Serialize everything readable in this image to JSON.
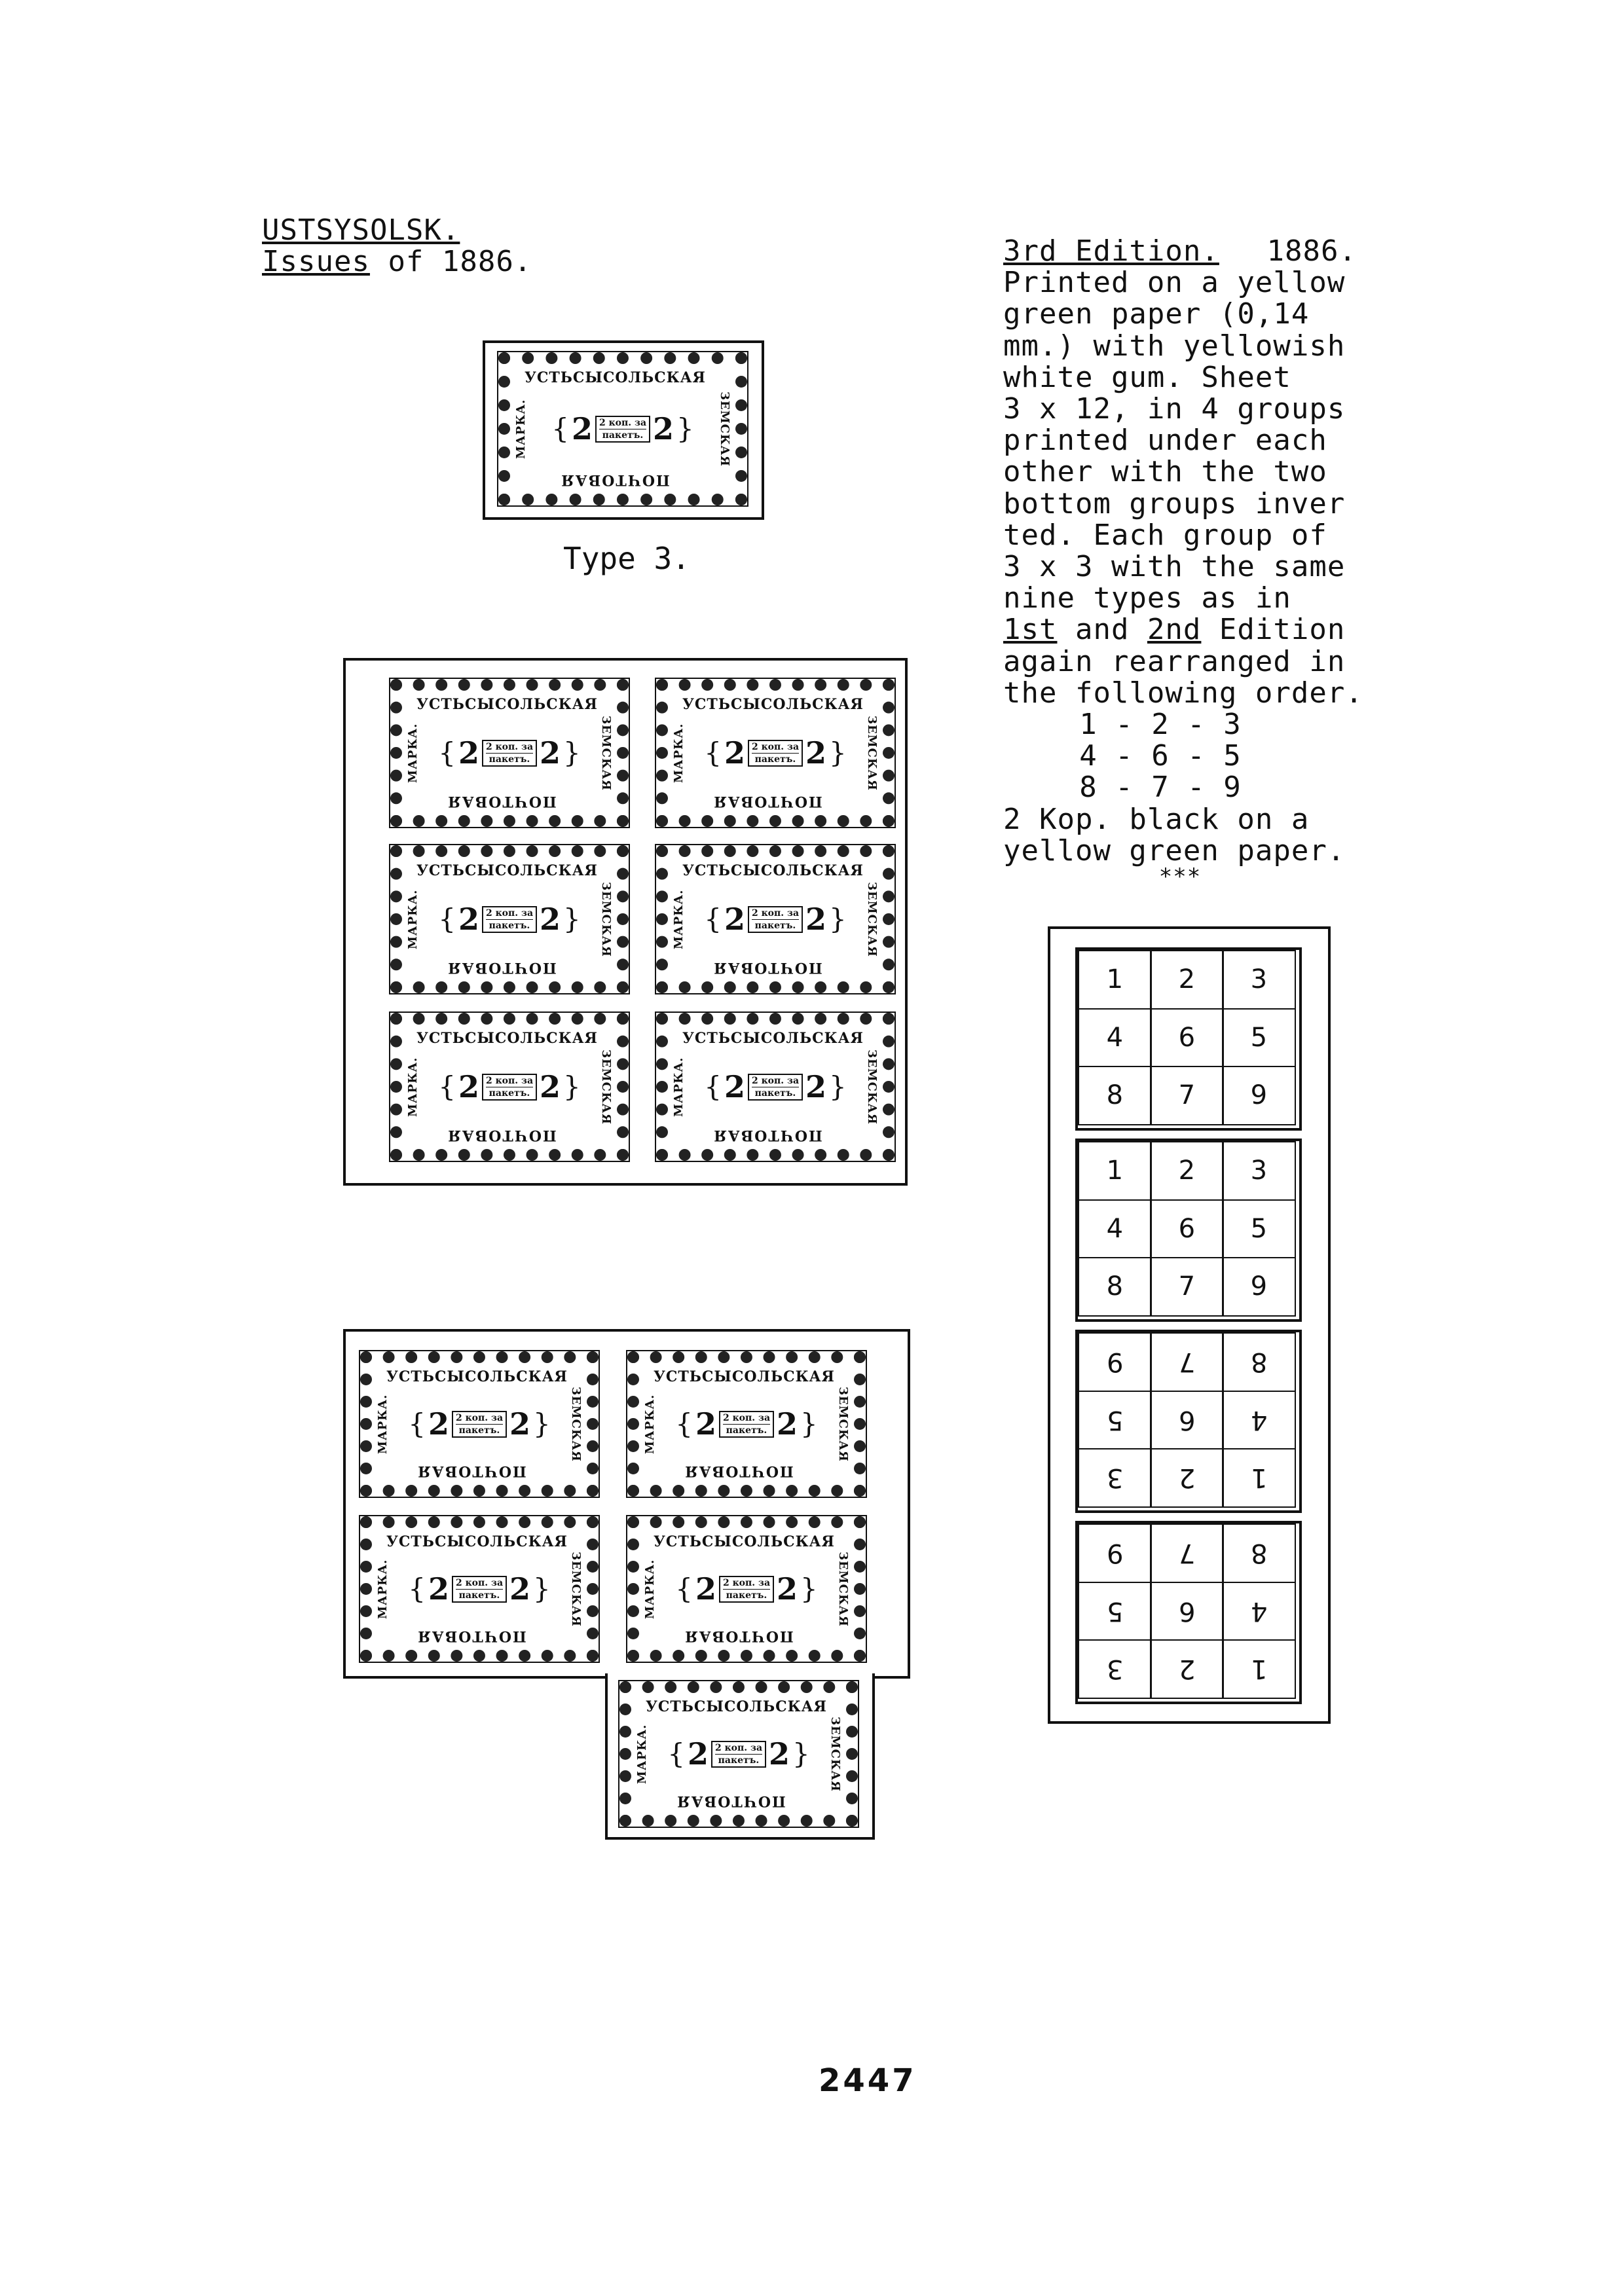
{
  "heading": {
    "place": "USTSYSOLSK.",
    "issues_prefix": "Issues",
    "issues_suffix": " of 1886."
  },
  "type_caption": "Type 3.",
  "stamp_text": {
    "top": "УСТЬСЫСОЛЬСКАЯ",
    "bottom": "ПОЧТОВАЯ",
    "left": "МАРКА.",
    "right": "ЗЕМСКАЯ",
    "value": "2",
    "line1": "2 коп. за",
    "line2": "пакетъ."
  },
  "description": {
    "edition_title": "3rd Edition.",
    "year": "1886.",
    "line2": "Printed on a yellow",
    "line3": "green paper (0,14",
    "line4": "mm.) with yellowish",
    "line5": "white gum. Sheet",
    "line6": "3 x 12, in 4 groups",
    "line7": "printed under each",
    "line8": "other with the two",
    "line9": "bottom groups inver",
    "line10": "ted. Each group of",
    "line11": "3 x 3 with the same",
    "line12": "nine types as in",
    "ed1": "1st",
    "and": " and ",
    "ed2": "2nd",
    "edition_word": " Edition",
    "line14": "again rearranged in",
    "line15": "the following order.",
    "order_row1": "1 - 2 - 3",
    "order_row2": "4 - 6 - 5",
    "order_row3": "8 - 7 - 9",
    "line19": "2 Kop. black on a",
    "line20": "yellow green paper.",
    "stars": "***"
  },
  "sheet_groups": [
    {
      "inverted": false,
      "cells": [
        "1",
        "2",
        "3",
        "4",
        "6",
        "5",
        "8",
        "7",
        "9"
      ]
    },
    {
      "inverted": false,
      "cells": [
        "1",
        "2",
        "3",
        "4",
        "6",
        "5",
        "8",
        "7",
        "9"
      ]
    },
    {
      "inverted": true,
      "cells": [
        "9",
        "7",
        "8",
        "5",
        "6",
        "4",
        "3",
        "2",
        "1"
      ]
    },
    {
      "inverted": true,
      "cells": [
        "9",
        "7",
        "8",
        "5",
        "6",
        "4",
        "3",
        "2",
        "1"
      ]
    }
  ],
  "page_number": "2447"
}
